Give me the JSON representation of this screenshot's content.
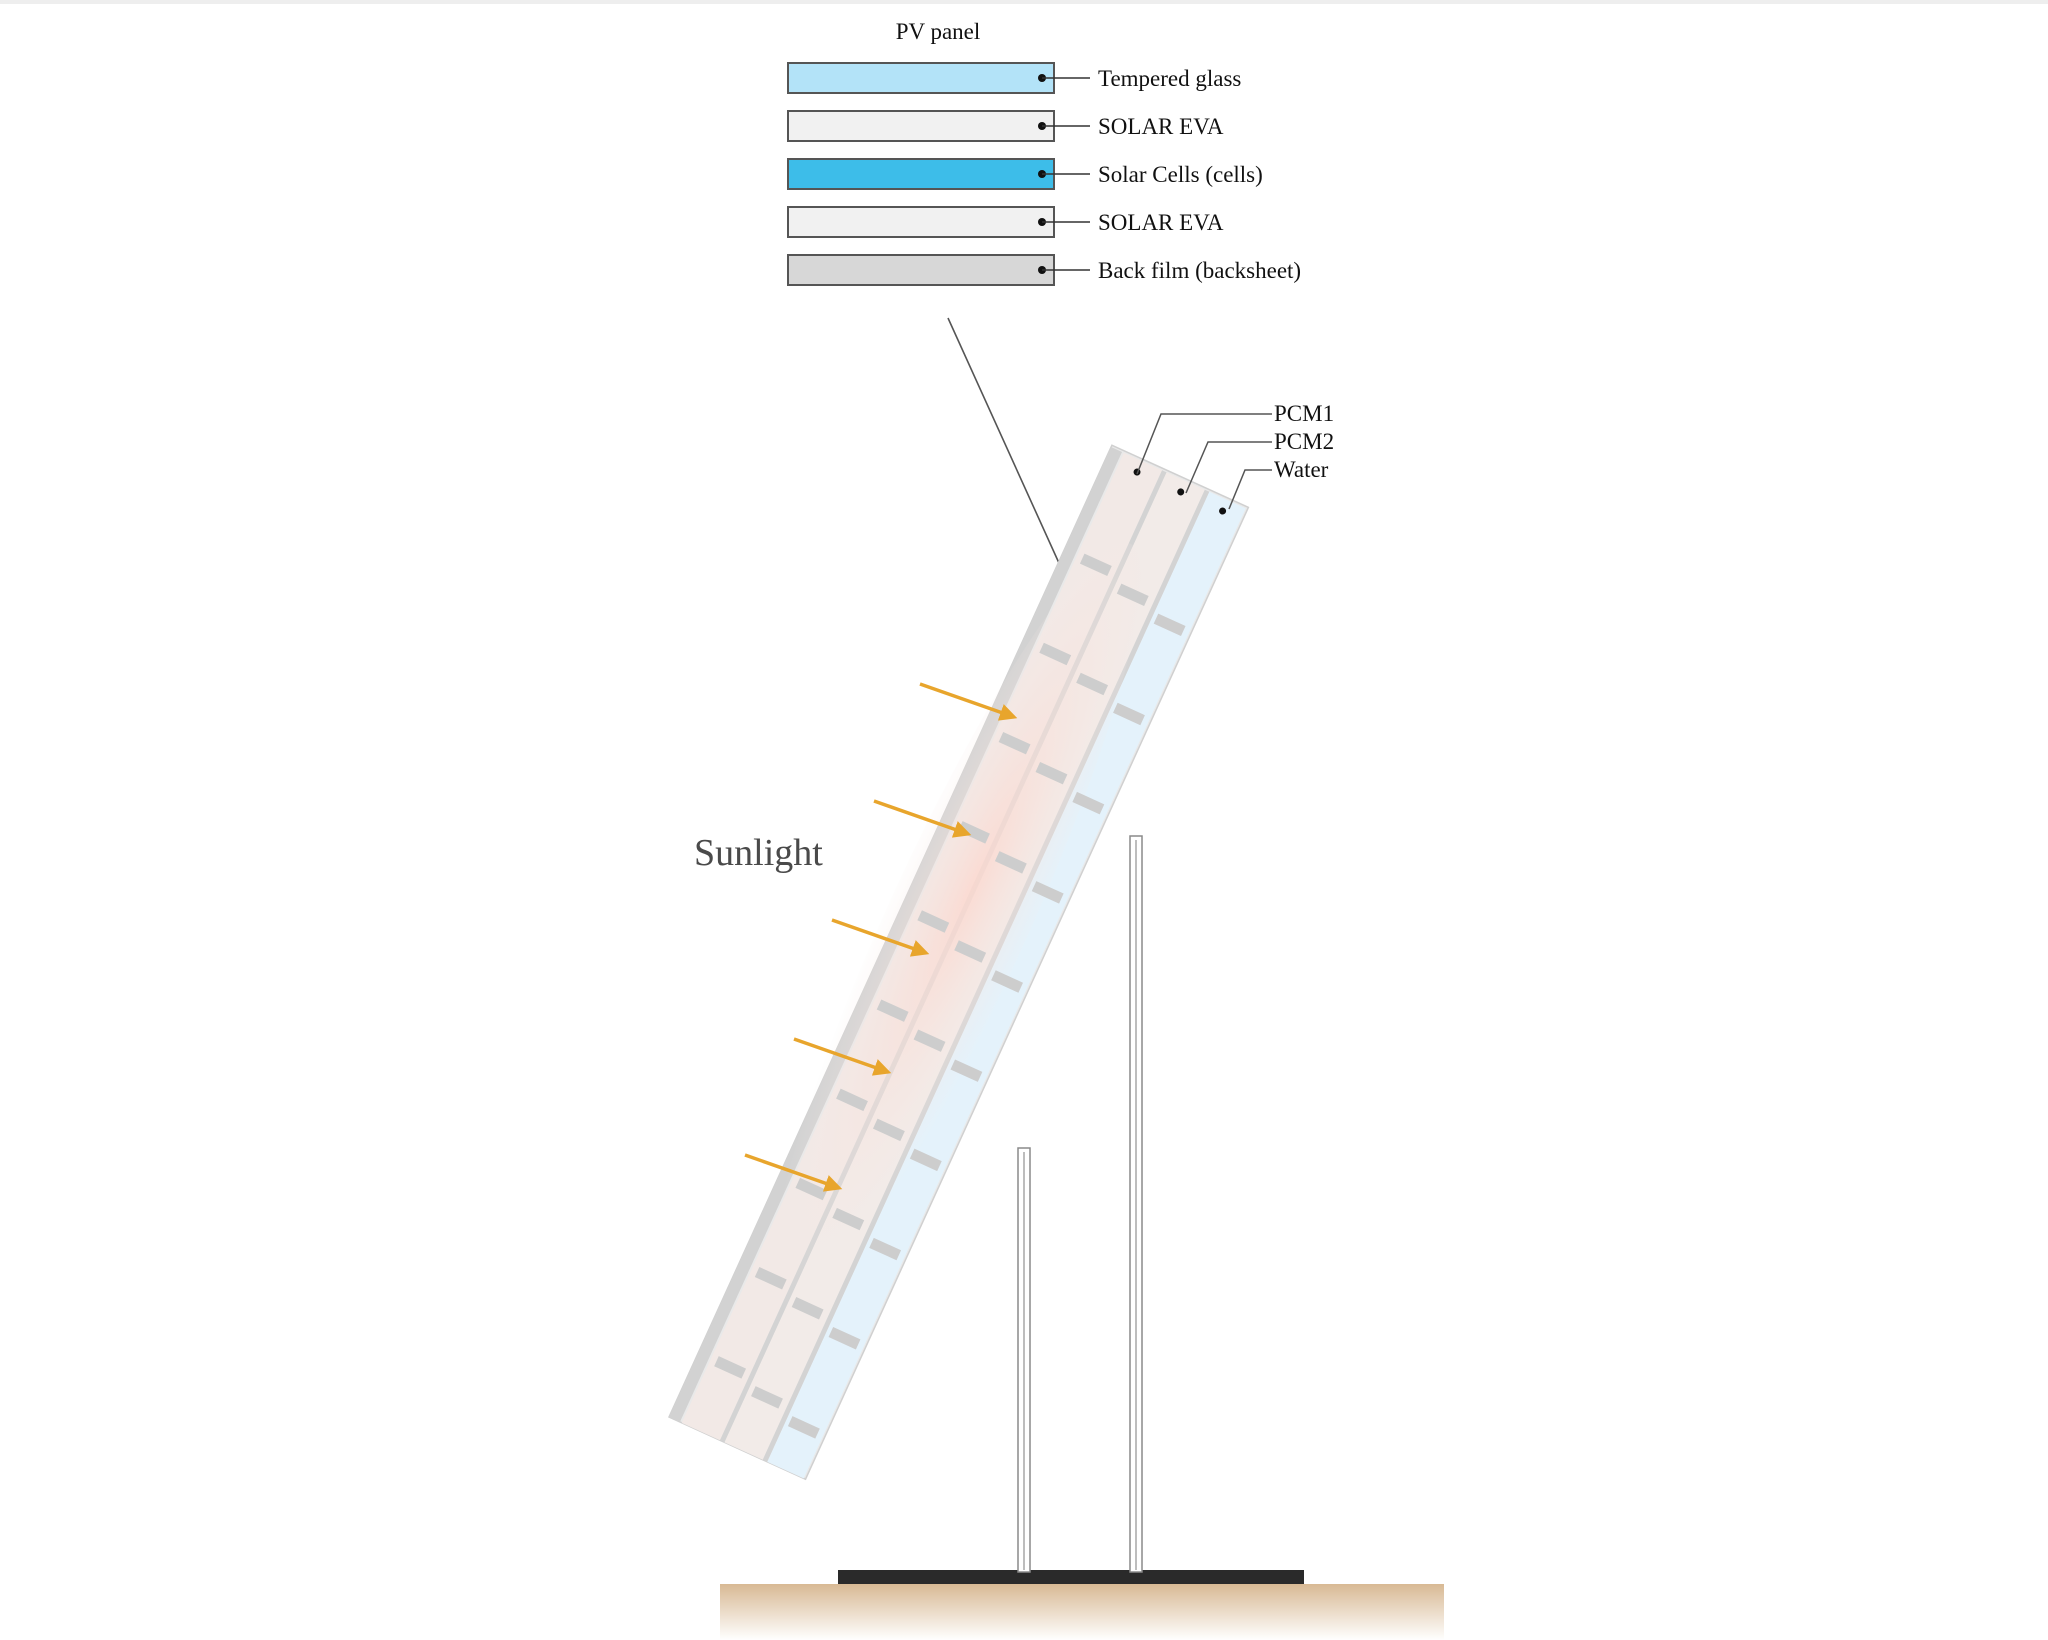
{
  "title": "PV panel",
  "layers": [
    {
      "label": "Tempered glass",
      "color": "#b3e3f8"
    },
    {
      "label": "SOLAR EVA",
      "color": "#f1f1f1"
    },
    {
      "label": "Solar Cells (cells)",
      "color": "#3dbde9"
    },
    {
      "label": "SOLAR EVA",
      "color": "#f1f1f1"
    },
    {
      "label": "Back film (backsheet)",
      "color": "#d7d7d7"
    }
  ],
  "channels": [
    {
      "label": "PCM1",
      "color": "#f2e9e6"
    },
    {
      "label": "PCM2",
      "color": "#f2ebe8"
    },
    {
      "label": "Water",
      "color": "#e4f2fb"
    }
  ],
  "sunlight_label": "Sunlight",
  "colors": {
    "sun_arrow": "#e8a52c",
    "ground": "#dcbf9c",
    "base_plate": "#2a2a2a",
    "frame": "#cfcfcf",
    "fin": "#cdcdcd"
  },
  "icons": [
    "sun-ray-arrow-icon"
  ]
}
